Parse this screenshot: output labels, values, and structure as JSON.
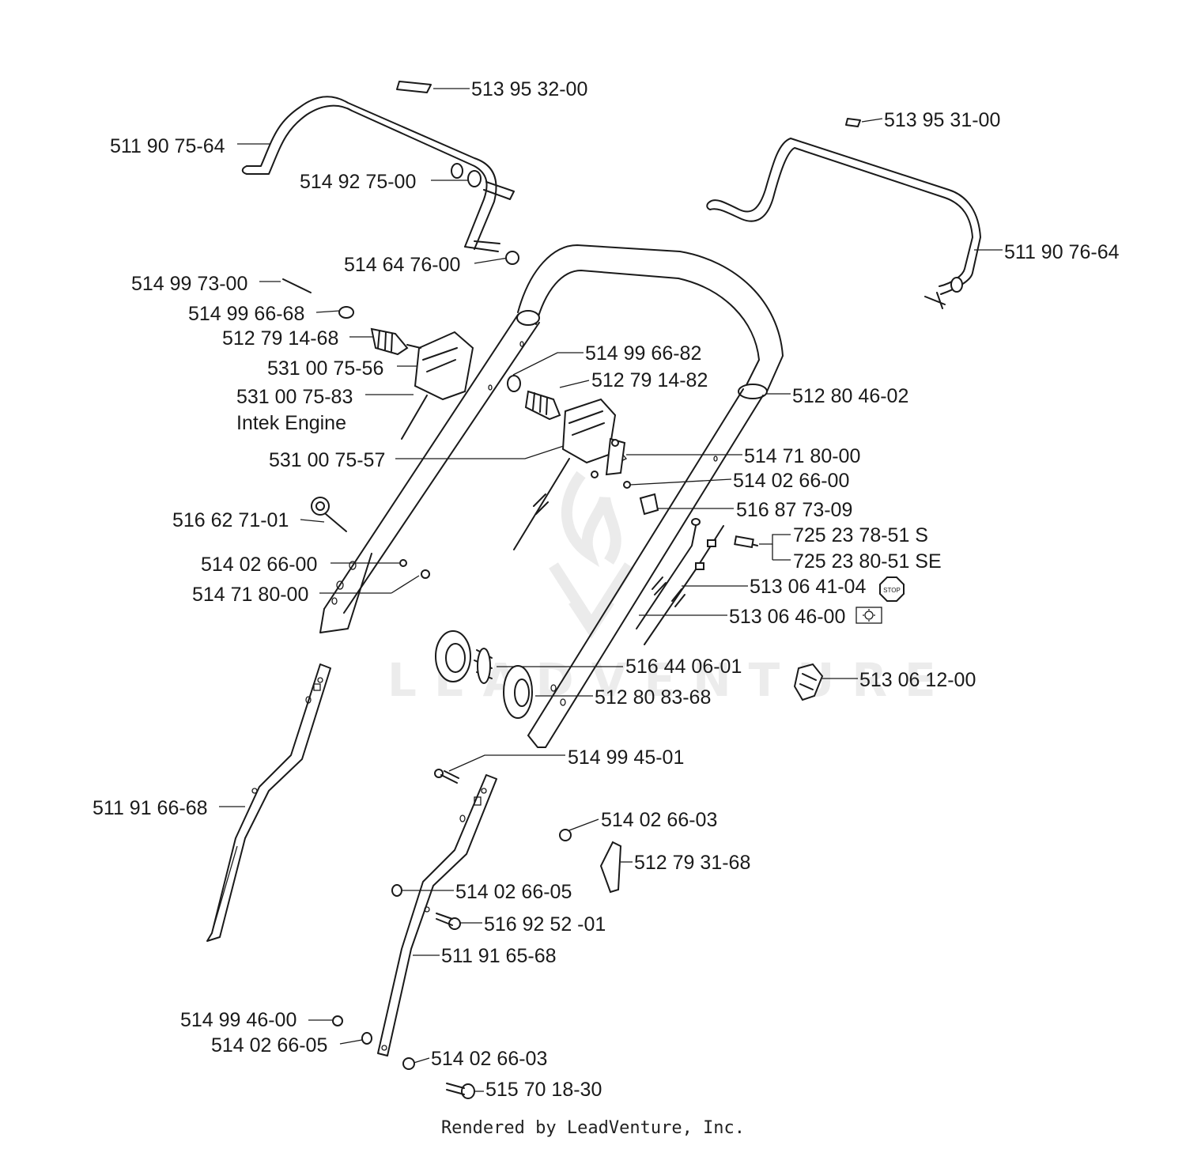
{
  "watermark": "LEADVENTURE",
  "footer": "Rendered by LeadVenture, Inc.",
  "parts": [
    {
      "id": "p01",
      "label": "513 95 32-00"
    },
    {
      "id": "p02",
      "label": "513 95 31-00"
    },
    {
      "id": "p03",
      "label": "511 90 75-64"
    },
    {
      "id": "p04",
      "label": "514 92 75-00"
    },
    {
      "id": "p05",
      "label": "511 90 76-64"
    },
    {
      "id": "p06",
      "label": "514 64 76-00"
    },
    {
      "id": "p07",
      "label": "514 99 73-00"
    },
    {
      "id": "p08",
      "label": "514 99 66-68"
    },
    {
      "id": "p09",
      "label": "512 79 14-68"
    },
    {
      "id": "p10",
      "label": "514 99 66-82"
    },
    {
      "id": "p11",
      "label": "531 00 75-56"
    },
    {
      "id": "p12",
      "label": "512 79 14-82"
    },
    {
      "id": "p13",
      "label": "531 00 75-83"
    },
    {
      "id": "p14",
      "label": "512 80 46-02"
    },
    {
      "id": "p15",
      "label": "Intek Engine"
    },
    {
      "id": "p16",
      "label": "531 00 75-57"
    },
    {
      "id": "p17",
      "label": "514 71 80-00"
    },
    {
      "id": "p18",
      "label": "514 02 66-00"
    },
    {
      "id": "p19",
      "label": "516 62 71-01"
    },
    {
      "id": "p20",
      "label": "516 87 73-09"
    },
    {
      "id": "p21",
      "label": "725 23 78-51 S"
    },
    {
      "id": "p22",
      "label": "514 02 66-00"
    },
    {
      "id": "p23",
      "label": "725 23 80-51 SE"
    },
    {
      "id": "p24",
      "label": "514 71 80-00"
    },
    {
      "id": "p25",
      "label": "513 06 41-04"
    },
    {
      "id": "p26",
      "label": "513 06 46-00"
    },
    {
      "id": "p27",
      "label": "516 44 06-01"
    },
    {
      "id": "p28",
      "label": "513 06 12-00"
    },
    {
      "id": "p29",
      "label": "512 80 83-68"
    },
    {
      "id": "p30",
      "label": "514 99 45-01"
    },
    {
      "id": "p31",
      "label": "511 91 66-68"
    },
    {
      "id": "p32",
      "label": "514 02 66-03"
    },
    {
      "id": "p33",
      "label": "512 79 31-68"
    },
    {
      "id": "p34",
      "label": "514 02 66-05"
    },
    {
      "id": "p35",
      "label": "516 92 52 -01"
    },
    {
      "id": "p36",
      "label": "511 91 65-68"
    },
    {
      "id": "p37",
      "label": "514 99 46-00"
    },
    {
      "id": "p38",
      "label": "514 02 66-05"
    },
    {
      "id": "p39",
      "label": "514 02 66-03"
    },
    {
      "id": "p40",
      "label": "515 70 18-30"
    }
  ],
  "icons": {
    "stop": "STOP"
  }
}
